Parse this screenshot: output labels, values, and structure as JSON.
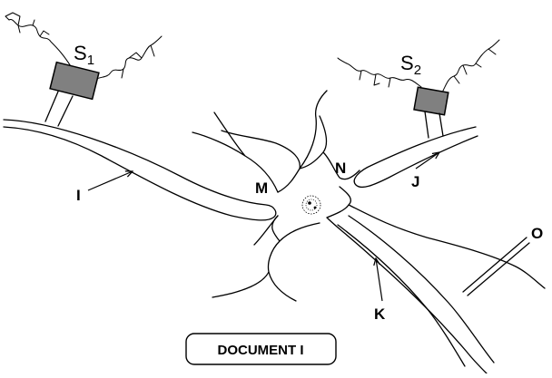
{
  "diagram": {
    "stimulators": [
      {
        "name": "S",
        "sub": "1"
      },
      {
        "name": "S",
        "sub": "2"
      }
    ],
    "labels": {
      "I": "I",
      "J": "J",
      "K": "K",
      "M": "M",
      "N": "N",
      "O": "O"
    },
    "caption": "DOCUMENT I",
    "colors": {
      "stroke": "#000000",
      "electrode_fill": "#808080",
      "background": "#ffffff"
    }
  }
}
